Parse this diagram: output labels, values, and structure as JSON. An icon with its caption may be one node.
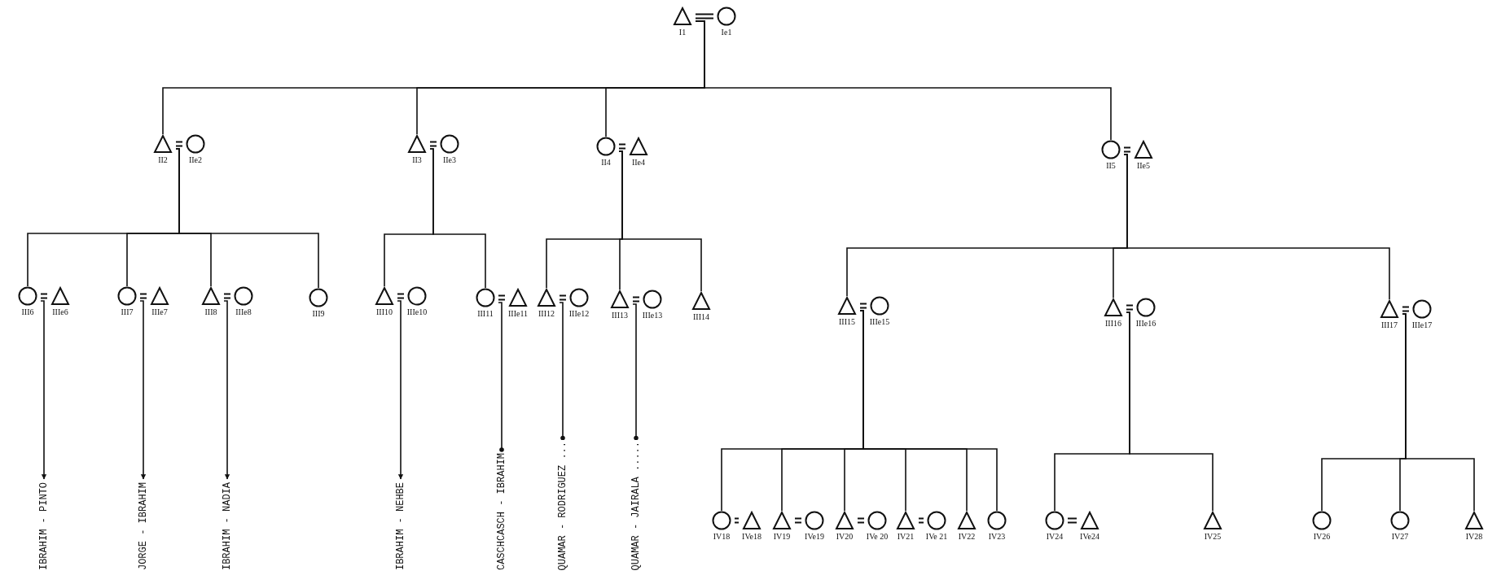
{
  "diagram": {
    "nodes": [
      {
        "text": [
          "I1"
        ]
      },
      {
        "text": [
          "Ie1"
        ]
      },
      {
        "text": [
          "II2"
        ]
      },
      {
        "text": [
          "IIe2"
        ]
      },
      {
        "text": [
          "II3"
        ]
      },
      {
        "text": [
          "IIe3"
        ]
      },
      {
        "text": [
          "II4"
        ]
      },
      {
        "text": [
          "IIe4"
        ]
      },
      {
        "text": [
          "II5"
        ]
      },
      {
        "text": [
          "IIe5"
        ]
      },
      {
        "text": [
          "III6"
        ]
      },
      {
        "text": [
          "IIIe6"
        ]
      },
      {
        "text": [
          "III7"
        ]
      },
      {
        "text": [
          "IIIe7"
        ]
      },
      {
        "text": [
          "III8"
        ]
      },
      {
        "text": [
          "IIIe8"
        ]
      },
      {
        "text": [
          "III9"
        ]
      },
      {
        "text": [
          "III10"
        ]
      },
      {
        "text": [
          "IIIe10"
        ]
      },
      {
        "text": [
          "III11"
        ]
      },
      {
        "text": [
          "IIIe11"
        ]
      },
      {
        "text": [
          "III12"
        ]
      },
      {
        "text": [
          "IIIe12"
        ]
      },
      {
        "text": [
          "III13"
        ]
      },
      {
        "text": [
          "IIIe13"
        ]
      },
      {
        "text": [
          "III14"
        ]
      },
      {
        "text": [
          "III15"
        ]
      },
      {
        "text": [
          "IIIe15"
        ]
      },
      {
        "text": [
          "III16"
        ]
      },
      {
        "text": [
          "IIIe16"
        ]
      },
      {
        "text": [
          "III17"
        ]
      },
      {
        "text": [
          "IIIe17"
        ]
      },
      {
        "text": [
          "IV18"
        ]
      },
      {
        "text": [
          "IVe18"
        ]
      },
      {
        "text": [
          "IV19"
        ]
      },
      {
        "text": [
          "IVe19"
        ]
      },
      {
        "text": [
          "IV20"
        ]
      },
      {
        "text": [
          "IVe 20"
        ]
      },
      {
        "text": [
          "IV21"
        ]
      },
      {
        "text": [
          "IVe 21"
        ]
      },
      {
        "text": [
          "IV22"
        ]
      },
      {
        "text": [
          "IV23"
        ]
      },
      {
        "text": [
          "IV24"
        ]
      },
      {
        "text": [
          "IVe24"
        ]
      },
      {
        "text": [
          "IV25"
        ]
      },
      {
        "text": [
          "IV26"
        ]
      },
      {
        "text": [
          "IV27"
        ]
      },
      {
        "text": [
          "IV28"
        ]
      },
      {
        "text": [
          "IBRAHIM - PINTO"
        ]
      },
      {
        "text": [
          "JORGE - IBRAHIM"
        ]
      },
      {
        "text": [
          "IBRAHIM - NADIA"
        ]
      },
      {
        "text": [
          "IBRAHIM - NEHBE"
        ]
      },
      {
        "text": [
          "CASCHCASCH - IBRAHIM"
        ]
      },
      {
        "text": [
          "QUAMAR - RODRIGUEZ ..."
        ]
      },
      {
        "text": [
          "QUAMAR - JAIRALA ....."
        ]
      }
    ],
    "edges": [
      {
        "from": 0,
        "to": 1,
        "arrow": "none"
      },
      {
        "from": 2,
        "to": 3,
        "arrow": "none"
      },
      {
        "from": 4,
        "to": 5,
        "arrow": "none"
      },
      {
        "from": 6,
        "to": 7,
        "arrow": "none"
      },
      {
        "from": 8,
        "to": 9,
        "arrow": "none"
      },
      {
        "from": 10,
        "to": 11,
        "arrow": "none"
      },
      {
        "from": 12,
        "to": 13,
        "arrow": "none"
      },
      {
        "from": 14,
        "to": 15,
        "arrow": "none"
      },
      {
        "from": 17,
        "to": 18,
        "arrow": "none"
      },
      {
        "from": 19,
        "to": 20,
        "arrow": "none"
      },
      {
        "from": 21,
        "to": 22,
        "arrow": "none"
      },
      {
        "from": 23,
        "to": 24,
        "arrow": "none"
      },
      {
        "from": 26,
        "to": 27,
        "arrow": "none"
      },
      {
        "from": 28,
        "to": 29,
        "arrow": "none"
      },
      {
        "from": 30,
        "to": 31,
        "arrow": "none"
      },
      {
        "from": 32,
        "to": 33,
        "arrow": "none"
      },
      {
        "from": 34,
        "to": 35,
        "arrow": "none"
      },
      {
        "from": 36,
        "to": 37,
        "arrow": "none"
      },
      {
        "from": 38,
        "to": 39,
        "arrow": "none"
      },
      {
        "from": 42,
        "to": 43,
        "arrow": "none"
      },
      {
        "from": 0,
        "to": 2,
        "arrow": "none"
      },
      {
        "from": 0,
        "to": 4,
        "arrow": "none"
      },
      {
        "from": 0,
        "to": 6,
        "arrow": "none"
      },
      {
        "from": 0,
        "to": 8,
        "arrow": "none"
      },
      {
        "from": 2,
        "to": 10,
        "arrow": "none"
      },
      {
        "from": 2,
        "to": 12,
        "arrow": "none"
      },
      {
        "from": 2,
        "to": 14,
        "arrow": "none"
      },
      {
        "from": 2,
        "to": 16,
        "arrow": "none"
      },
      {
        "from": 4,
        "to": 17,
        "arrow": "none"
      },
      {
        "from": 4,
        "to": 19,
        "arrow": "none"
      },
      {
        "from": 6,
        "to": 21,
        "arrow": "none"
      },
      {
        "from": 6,
        "to": 23,
        "arrow": "none"
      },
      {
        "from": 6,
        "to": 25,
        "arrow": "none"
      },
      {
        "from": 8,
        "to": 26,
        "arrow": "none"
      },
      {
        "from": 8,
        "to": 28,
        "arrow": "none"
      },
      {
        "from": 8,
        "to": 30,
        "arrow": "none"
      },
      {
        "from": 26,
        "to": 32,
        "arrow": "none"
      },
      {
        "from": 26,
        "to": 34,
        "arrow": "none"
      },
      {
        "from": 26,
        "to": 36,
        "arrow": "none"
      },
      {
        "from": 26,
        "to": 38,
        "arrow": "none"
      },
      {
        "from": 26,
        "to": 40,
        "arrow": "none"
      },
      {
        "from": 26,
        "to": 41,
        "arrow": "none"
      },
      {
        "from": 28,
        "to": 42,
        "arrow": "none"
      },
      {
        "from": 28,
        "to": 44,
        "arrow": "none"
      },
      {
        "from": 30,
        "to": 45,
        "arrow": "none"
      },
      {
        "from": 30,
        "to": 46,
        "arrow": "none"
      },
      {
        "from": 30,
        "to": 47,
        "arrow": "none"
      },
      {
        "from": 10,
        "to": 48,
        "arrow": "to"
      },
      {
        "from": 12,
        "to": 49,
        "arrow": "to"
      },
      {
        "from": 14,
        "to": 50,
        "arrow": "to"
      },
      {
        "from": 17,
        "to": 51,
        "arrow": "to"
      },
      {
        "from": 19,
        "to": 52,
        "arrow": "other"
      },
      {
        "from": 21,
        "to": 53,
        "arrow": "other"
      },
      {
        "from": 23,
        "to": 54,
        "arrow": "other"
      }
    ]
  }
}
